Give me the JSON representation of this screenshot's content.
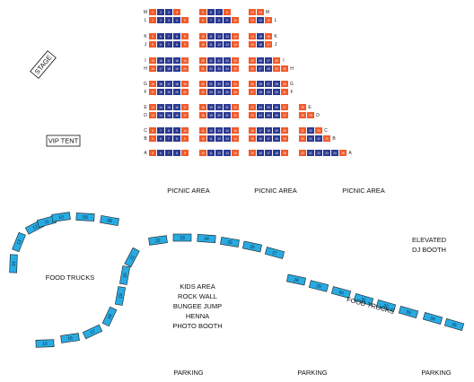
{
  "stage_label": "STAGE",
  "vip_tent_label": "VIP TENT",
  "picnic_areas": [
    "PICNIC AREA",
    "PICNIC AREA",
    "PICNIC AREA"
  ],
  "food_trucks_left_label": "FOOD TRUCKS",
  "food_trucks_right_label": "FOOD TRUCKS",
  "kids_area_lines": [
    "KIDS AREA",
    "ROCK WALL",
    "BUNGEE JUMP",
    "HENNA",
    "PHOTO BOOTH"
  ],
  "elevated_lines": [
    "ELEVATED",
    "DJ BOOTH"
  ],
  "parking_labels": [
    "PARKING",
    "PARKING",
    "PARKING"
  ],
  "colors": {
    "seat_orange": "#f15a29",
    "seat_blue": "#2b3990",
    "booth_fill": "#29abe2",
    "booth_stroke": "#1b1b1b"
  },
  "seating": {
    "rows": [
      {
        "left": "M",
        "right": "M",
        "seats": [
          [
            {
              "n": "1",
              "c": "o"
            },
            {
              "n": "2",
              "c": "b"
            },
            {
              "n": "3",
              "c": "b"
            },
            {
              "n": "4",
              "c": "o"
            }
          ],
          [
            {
              "n": "5",
              "c": "o"
            },
            {
              "n": "6",
              "c": "b"
            },
            {
              "n": "7",
              "c": "b"
            },
            {
              "n": "8",
              "c": "o"
            }
          ],
          [
            {
              "n": "13",
              "c": "o"
            },
            {
              "n": "14",
              "c": "o"
            }
          ],
          []
        ]
      },
      {
        "left": "L",
        "right": "L",
        "seats": [
          [
            {
              "n": "1",
              "c": "o"
            },
            {
              "n": "2",
              "c": "b"
            },
            {
              "n": "3",
              "c": "b"
            },
            {
              "n": "4",
              "c": "b"
            },
            {
              "n": "5",
              "c": "o"
            }
          ],
          [
            {
              "n": "6",
              "c": "o"
            },
            {
              "n": "7",
              "c": "b"
            },
            {
              "n": "8",
              "c": "b"
            },
            {
              "n": "9",
              "c": "b"
            },
            {
              "n": "10",
              "c": "o"
            }
          ],
          [
            {
              "n": "13",
              "c": "o"
            },
            {
              "n": "14",
              "c": "b"
            },
            {
              "n": "15",
              "c": "o"
            }
          ],
          []
        ]
      },
      {
        "left": "K",
        "right": "K",
        "seats": [
          [
            {
              "n": "5",
              "c": "o"
            },
            {
              "n": "6",
              "c": "b"
            },
            {
              "n": "7",
              "c": "b"
            },
            {
              "n": "8",
              "c": "b"
            },
            {
              "n": "9",
              "c": "o"
            }
          ],
          [
            {
              "n": "10",
              "c": "o"
            },
            {
              "n": "11",
              "c": "b"
            },
            {
              "n": "12",
              "c": "b"
            },
            {
              "n": "13",
              "c": "b"
            },
            {
              "n": "14",
              "c": "o"
            }
          ],
          [
            {
              "n": "14",
              "c": "o"
            },
            {
              "n": "15",
              "c": "b"
            },
            {
              "n": "16",
              "c": "o"
            }
          ],
          []
        ]
      },
      {
        "left": "J",
        "right": "J",
        "seats": [
          [
            {
              "n": "5",
              "c": "o"
            },
            {
              "n": "6",
              "c": "b"
            },
            {
              "n": "7",
              "c": "b"
            },
            {
              "n": "8",
              "c": "b"
            },
            {
              "n": "9",
              "c": "o"
            }
          ],
          [
            {
              "n": "10",
              "c": "o"
            },
            {
              "n": "11",
              "c": "b"
            },
            {
              "n": "12",
              "c": "b"
            },
            {
              "n": "13",
              "c": "b"
            },
            {
              "n": "14",
              "c": "o"
            }
          ],
          [
            {
              "n": "15",
              "c": "o"
            },
            {
              "n": "16",
              "c": "b"
            },
            {
              "n": "17",
              "c": "o"
            }
          ],
          []
        ]
      },
      {
        "left": "I",
        "right": "I",
        "seats": [
          [
            {
              "n": "15",
              "c": "o"
            },
            {
              "n": "16",
              "c": "b"
            },
            {
              "n": "17",
              "c": "b"
            },
            {
              "n": "18",
              "c": "b"
            },
            {
              "n": "19",
              "c": "o"
            }
          ],
          [
            {
              "n": "20",
              "c": "o"
            },
            {
              "n": "21",
              "c": "b"
            },
            {
              "n": "22",
              "c": "b"
            },
            {
              "n": "23",
              "c": "b"
            },
            {
              "n": "24",
              "c": "o"
            }
          ],
          [
            {
              "n": "25",
              "c": "o"
            },
            {
              "n": "26",
              "c": "b"
            },
            {
              "n": "27",
              "c": "b"
            },
            {
              "n": "28",
              "c": "o"
            }
          ],
          []
        ]
      },
      {
        "left": "H",
        "right": "H",
        "seats": [
          [
            {
              "n": "16",
              "c": "o"
            },
            {
              "n": "17",
              "c": "b"
            },
            {
              "n": "18",
              "c": "b"
            },
            {
              "n": "19",
              "c": "b"
            },
            {
              "n": "20",
              "c": "o"
            }
          ],
          [
            {
              "n": "21",
              "c": "o"
            },
            {
              "n": "22",
              "c": "b"
            },
            {
              "n": "23",
              "c": "b"
            },
            {
              "n": "24",
              "c": "b"
            },
            {
              "n": "25",
              "c": "o"
            }
          ],
          [
            {
              "n": "26",
              "c": "o"
            },
            {
              "n": "27",
              "c": "b"
            },
            {
              "n": "28",
              "c": "b"
            },
            {
              "n": "29",
              "c": "o"
            },
            {
              "n": "30",
              "c": "o"
            }
          ],
          []
        ]
      },
      {
        "left": "G",
        "right": "G",
        "seats": [
          [
            {
              "n": "15",
              "c": "o"
            },
            {
              "n": "16",
              "c": "b"
            },
            {
              "n": "17",
              "c": "b"
            },
            {
              "n": "18",
              "c": "b"
            },
            {
              "n": "19",
              "c": "o"
            }
          ],
          [
            {
              "n": "20",
              "c": "o"
            },
            {
              "n": "21",
              "c": "b"
            },
            {
              "n": "22",
              "c": "b"
            },
            {
              "n": "23",
              "c": "b"
            },
            {
              "n": "24",
              "c": "o"
            }
          ],
          [
            {
              "n": "25",
              "c": "o"
            },
            {
              "n": "26",
              "c": "b"
            },
            {
              "n": "27",
              "c": "b"
            },
            {
              "n": "28",
              "c": "b"
            },
            {
              "n": "29",
              "c": "o"
            }
          ],
          []
        ]
      },
      {
        "left": "F",
        "right": "F",
        "seats": [
          [
            {
              "n": "17",
              "c": "o"
            },
            {
              "n": "18",
              "c": "b"
            },
            {
              "n": "19",
              "c": "b"
            },
            {
              "n": "20",
              "c": "b"
            },
            {
              "n": "21",
              "c": "o"
            }
          ],
          [
            {
              "n": "22",
              "c": "o"
            },
            {
              "n": "23",
              "c": "b"
            },
            {
              "n": "24",
              "c": "b"
            },
            {
              "n": "25",
              "c": "b"
            },
            {
              "n": "26",
              "c": "o"
            }
          ],
          [
            {
              "n": "27",
              "c": "o"
            },
            {
              "n": "28",
              "c": "b"
            },
            {
              "n": "29",
              "c": "b"
            },
            {
              "n": "30",
              "c": "b"
            },
            {
              "n": "31",
              "c": "o"
            }
          ],
          []
        ]
      },
      {
        "left": "E",
        "right": "E",
        "seats": [
          [
            {
              "n": "13",
              "c": "o"
            },
            {
              "n": "14",
              "c": "b"
            },
            {
              "n": "15",
              "c": "b"
            },
            {
              "n": "16",
              "c": "b"
            },
            {
              "n": "17",
              "c": "o"
            }
          ],
          [
            {
              "n": "18",
              "c": "o"
            },
            {
              "n": "19",
              "c": "b"
            },
            {
              "n": "20",
              "c": "b"
            },
            {
              "n": "21",
              "c": "b"
            },
            {
              "n": "22",
              "c": "o"
            }
          ],
          [
            {
              "n": "23",
              "c": "o"
            },
            {
              "n": "24",
              "c": "b"
            },
            {
              "n": "25",
              "c": "b"
            },
            {
              "n": "26",
              "c": "b"
            },
            {
              "n": "27",
              "c": "o"
            }
          ],
          [
            {
              "n": "28",
              "c": "o"
            }
          ]
        ]
      },
      {
        "left": "D",
        "right": "D",
        "seats": [
          [
            {
              "n": "13",
              "c": "o"
            },
            {
              "n": "14",
              "c": "b"
            },
            {
              "n": "15",
              "c": "b"
            },
            {
              "n": "16",
              "c": "b"
            },
            {
              "n": "17",
              "c": "o"
            }
          ],
          [
            {
              "n": "18",
              "c": "o"
            },
            {
              "n": "19",
              "c": "b"
            },
            {
              "n": "20",
              "c": "b"
            },
            {
              "n": "21",
              "c": "b"
            },
            {
              "n": "22",
              "c": "o"
            }
          ],
          [
            {
              "n": "23",
              "c": "o"
            },
            {
              "n": "24",
              "c": "b"
            },
            {
              "n": "25",
              "c": "b"
            },
            {
              "n": "26",
              "c": "b"
            },
            {
              "n": "27",
              "c": "o"
            }
          ],
          [
            {
              "n": "28",
              "c": "o"
            },
            {
              "n": "29",
              "c": "o"
            }
          ]
        ]
      },
      {
        "left": "C",
        "right": "C",
        "seats": [
          [
            {
              "n": "6",
              "c": "o"
            },
            {
              "n": "7",
              "c": "b"
            },
            {
              "n": "8",
              "c": "b"
            },
            {
              "n": "9",
              "c": "b"
            },
            {
              "n": "10",
              "c": "o"
            }
          ],
          [
            {
              "n": "11",
              "c": "o"
            },
            {
              "n": "12",
              "c": "b"
            },
            {
              "n": "13",
              "c": "b"
            },
            {
              "n": "14",
              "c": "b"
            },
            {
              "n": "15",
              "c": "o"
            }
          ],
          [
            {
              "n": "16",
              "c": "o"
            },
            {
              "n": "17",
              "c": "b"
            },
            {
              "n": "18",
              "c": "b"
            },
            {
              "n": "19",
              "c": "b"
            },
            {
              "n": "20",
              "c": "o"
            }
          ],
          [
            {
              "n": "21",
              "c": "o"
            },
            {
              "n": "22",
              "c": "b"
            },
            {
              "n": "23",
              "c": "o"
            }
          ]
        ]
      },
      {
        "left": "B",
        "right": "B",
        "seats": [
          [
            {
              "n": "5",
              "c": "o"
            },
            {
              "n": "6",
              "c": "b"
            },
            {
              "n": "7",
              "c": "b"
            },
            {
              "n": "8",
              "c": "b"
            },
            {
              "n": "9",
              "c": "o"
            }
          ],
          [
            {
              "n": "10",
              "c": "o"
            },
            {
              "n": "11",
              "c": "b"
            },
            {
              "n": "12",
              "c": "b"
            },
            {
              "n": "13",
              "c": "b"
            },
            {
              "n": "14",
              "c": "o"
            }
          ],
          [
            {
              "n": "15",
              "c": "o"
            },
            {
              "n": "16",
              "c": "b"
            },
            {
              "n": "17",
              "c": "b"
            },
            {
              "n": "18",
              "c": "b"
            },
            {
              "n": "19",
              "c": "o"
            }
          ],
          [
            {
              "n": "20",
              "c": "o"
            },
            {
              "n": "21",
              "c": "b"
            },
            {
              "n": "22",
              "c": "b"
            },
            {
              "n": "23",
              "c": "o"
            }
          ]
        ]
      },
      {
        "left": "A",
        "right": "A",
        "seats": [
          [
            {
              "n": "5",
              "c": "o"
            },
            {
              "n": "6",
              "c": "b"
            },
            {
              "n": "7",
              "c": "b"
            },
            {
              "n": "8",
              "c": "b"
            },
            {
              "n": "9",
              "c": "o"
            }
          ],
          [
            {
              "n": "10",
              "c": "o"
            },
            {
              "n": "11",
              "c": "b"
            },
            {
              "n": "12",
              "c": "b"
            },
            {
              "n": "13",
              "c": "b"
            },
            {
              "n": "14",
              "c": "o"
            }
          ],
          [
            {
              "n": "15",
              "c": "o"
            },
            {
              "n": "16",
              "c": "b"
            },
            {
              "n": "17",
              "c": "b"
            },
            {
              "n": "18",
              "c": "b"
            },
            {
              "n": "19",
              "c": "o"
            }
          ],
          [
            {
              "n": "20",
              "c": "o"
            },
            {
              "n": "21",
              "c": "b"
            },
            {
              "n": "22",
              "c": "b"
            },
            {
              "n": "23",
              "c": "b"
            },
            {
              "n": "24",
              "c": "b"
            },
            {
              "n": "25",
              "c": "o"
            }
          ]
        ]
      }
    ]
  },
  "booths": {
    "top_left": [
      "14",
      "13",
      "12",
      "11",
      "10",
      "09",
      "08"
    ],
    "bottom_left": [
      "15",
      "16",
      "17",
      "18",
      "19",
      "20",
      "21"
    ],
    "upper_middle": [
      "22",
      "23",
      "24",
      "25",
      "26",
      "27"
    ],
    "right": [
      "28",
      "29",
      "30",
      "31",
      "32",
      "33",
      "34",
      "35"
    ]
  }
}
